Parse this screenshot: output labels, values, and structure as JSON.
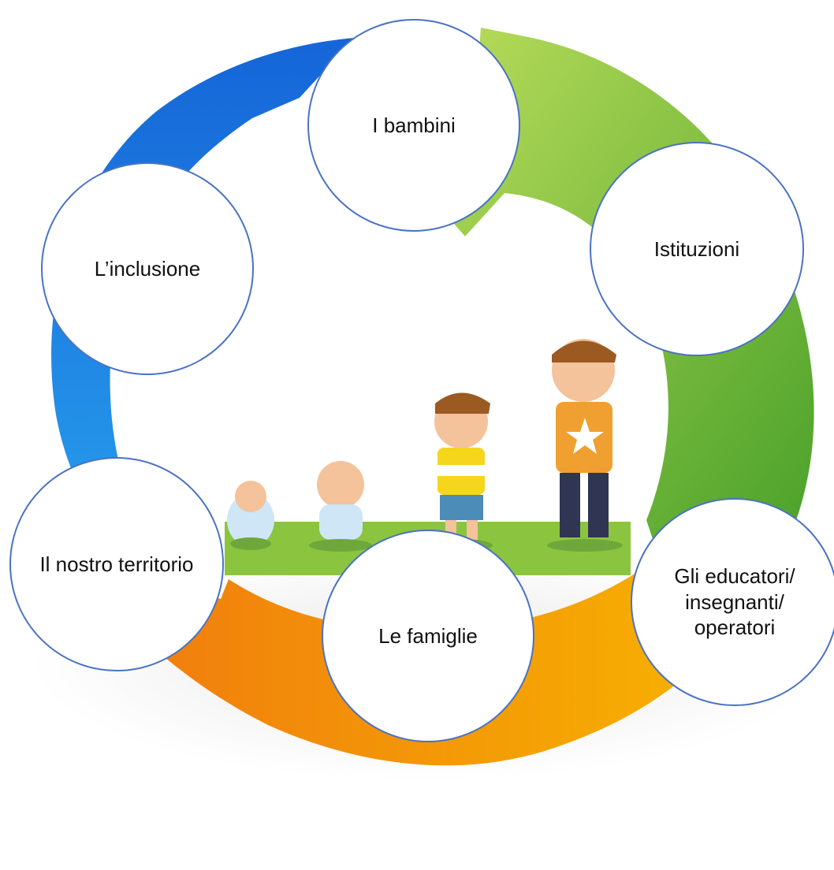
{
  "diagram": {
    "nodes": [
      {
        "id": "bambini",
        "label": "I bambini"
      },
      {
        "id": "istituzioni",
        "label": "Istituzioni"
      },
      {
        "id": "educatori",
        "label": "Gli educatori/ insegnanti/ operatori"
      },
      {
        "id": "famiglie",
        "label": "Le famiglie"
      },
      {
        "id": "territorio",
        "label": "Il nostro territorio"
      },
      {
        "id": "inclusione",
        "label": "L’inclusione"
      }
    ],
    "ring_colors": {
      "blue": "#1f7de0",
      "green": "#7cc233",
      "orange": "#f08a12",
      "yellow": "#f7b500",
      "ground": "#8bc53f",
      "node_border": "#4a72c4"
    },
    "illustration": "children-growth-icon"
  }
}
